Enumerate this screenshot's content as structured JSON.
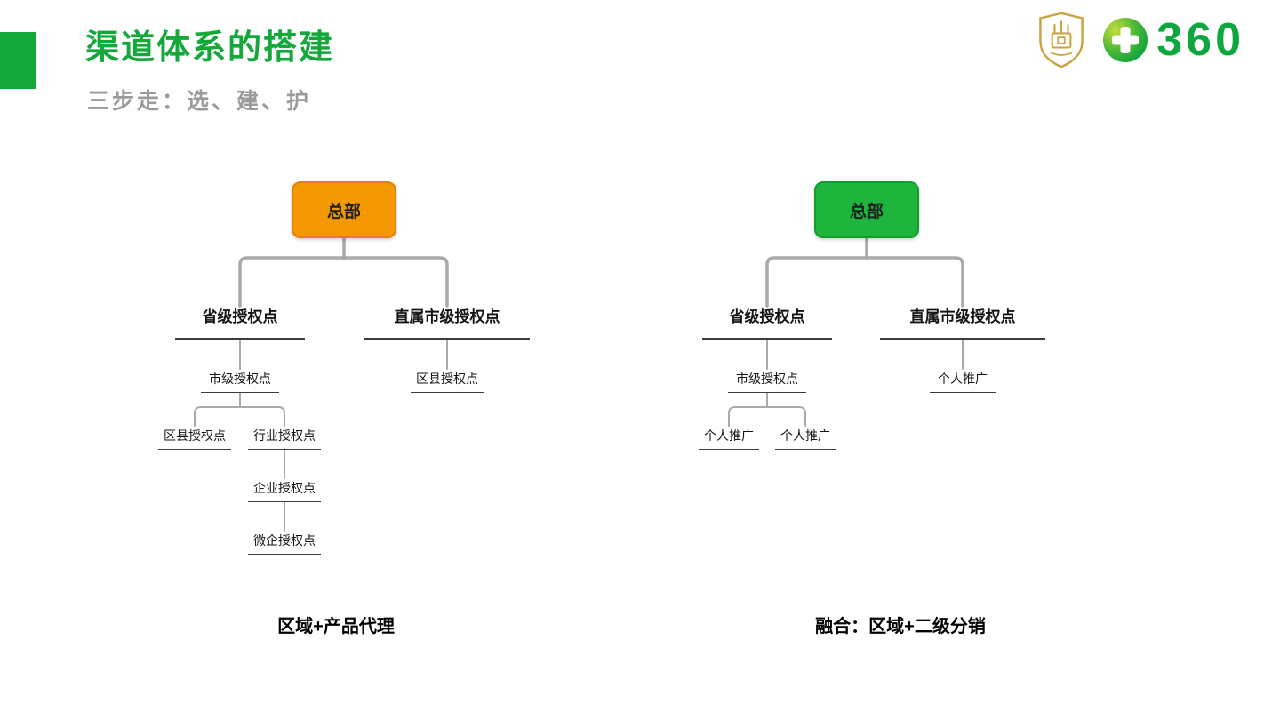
{
  "header": {
    "title": "渠道体系的搭建",
    "subtitle": "三步走：选、建、护",
    "logo_text": "360"
  },
  "colors": {
    "brand_green": "#14a83b",
    "logo_green": "#0ca83e",
    "crest_gold": "#c9a43c",
    "left_root_fill": "#f39800",
    "right_root_fill": "#1db53c",
    "connector_gray": "#a9a9a9",
    "subtitle_gray": "#9b9b9b"
  },
  "left_tree": {
    "root": "总部",
    "branch1": "省级授权点",
    "branch2": "直属市级授权点",
    "branch1_child": "市级授权点",
    "grandchild1": "区县授权点",
    "grandchild2": "行业授权点",
    "chain1": "企业授权点",
    "chain2": "微企授权点",
    "branch2_child": "区县授权点",
    "caption": "区域+产品代理"
  },
  "right_tree": {
    "root": "总部",
    "branch1": "省级授权点",
    "branch2": "直属市级授权点",
    "branch1_child": "市级授权点",
    "grandchild1": "个人推广",
    "grandchild2": "个人推广",
    "branch2_child": "个人推广",
    "caption": "融合：区域+二级分销"
  }
}
